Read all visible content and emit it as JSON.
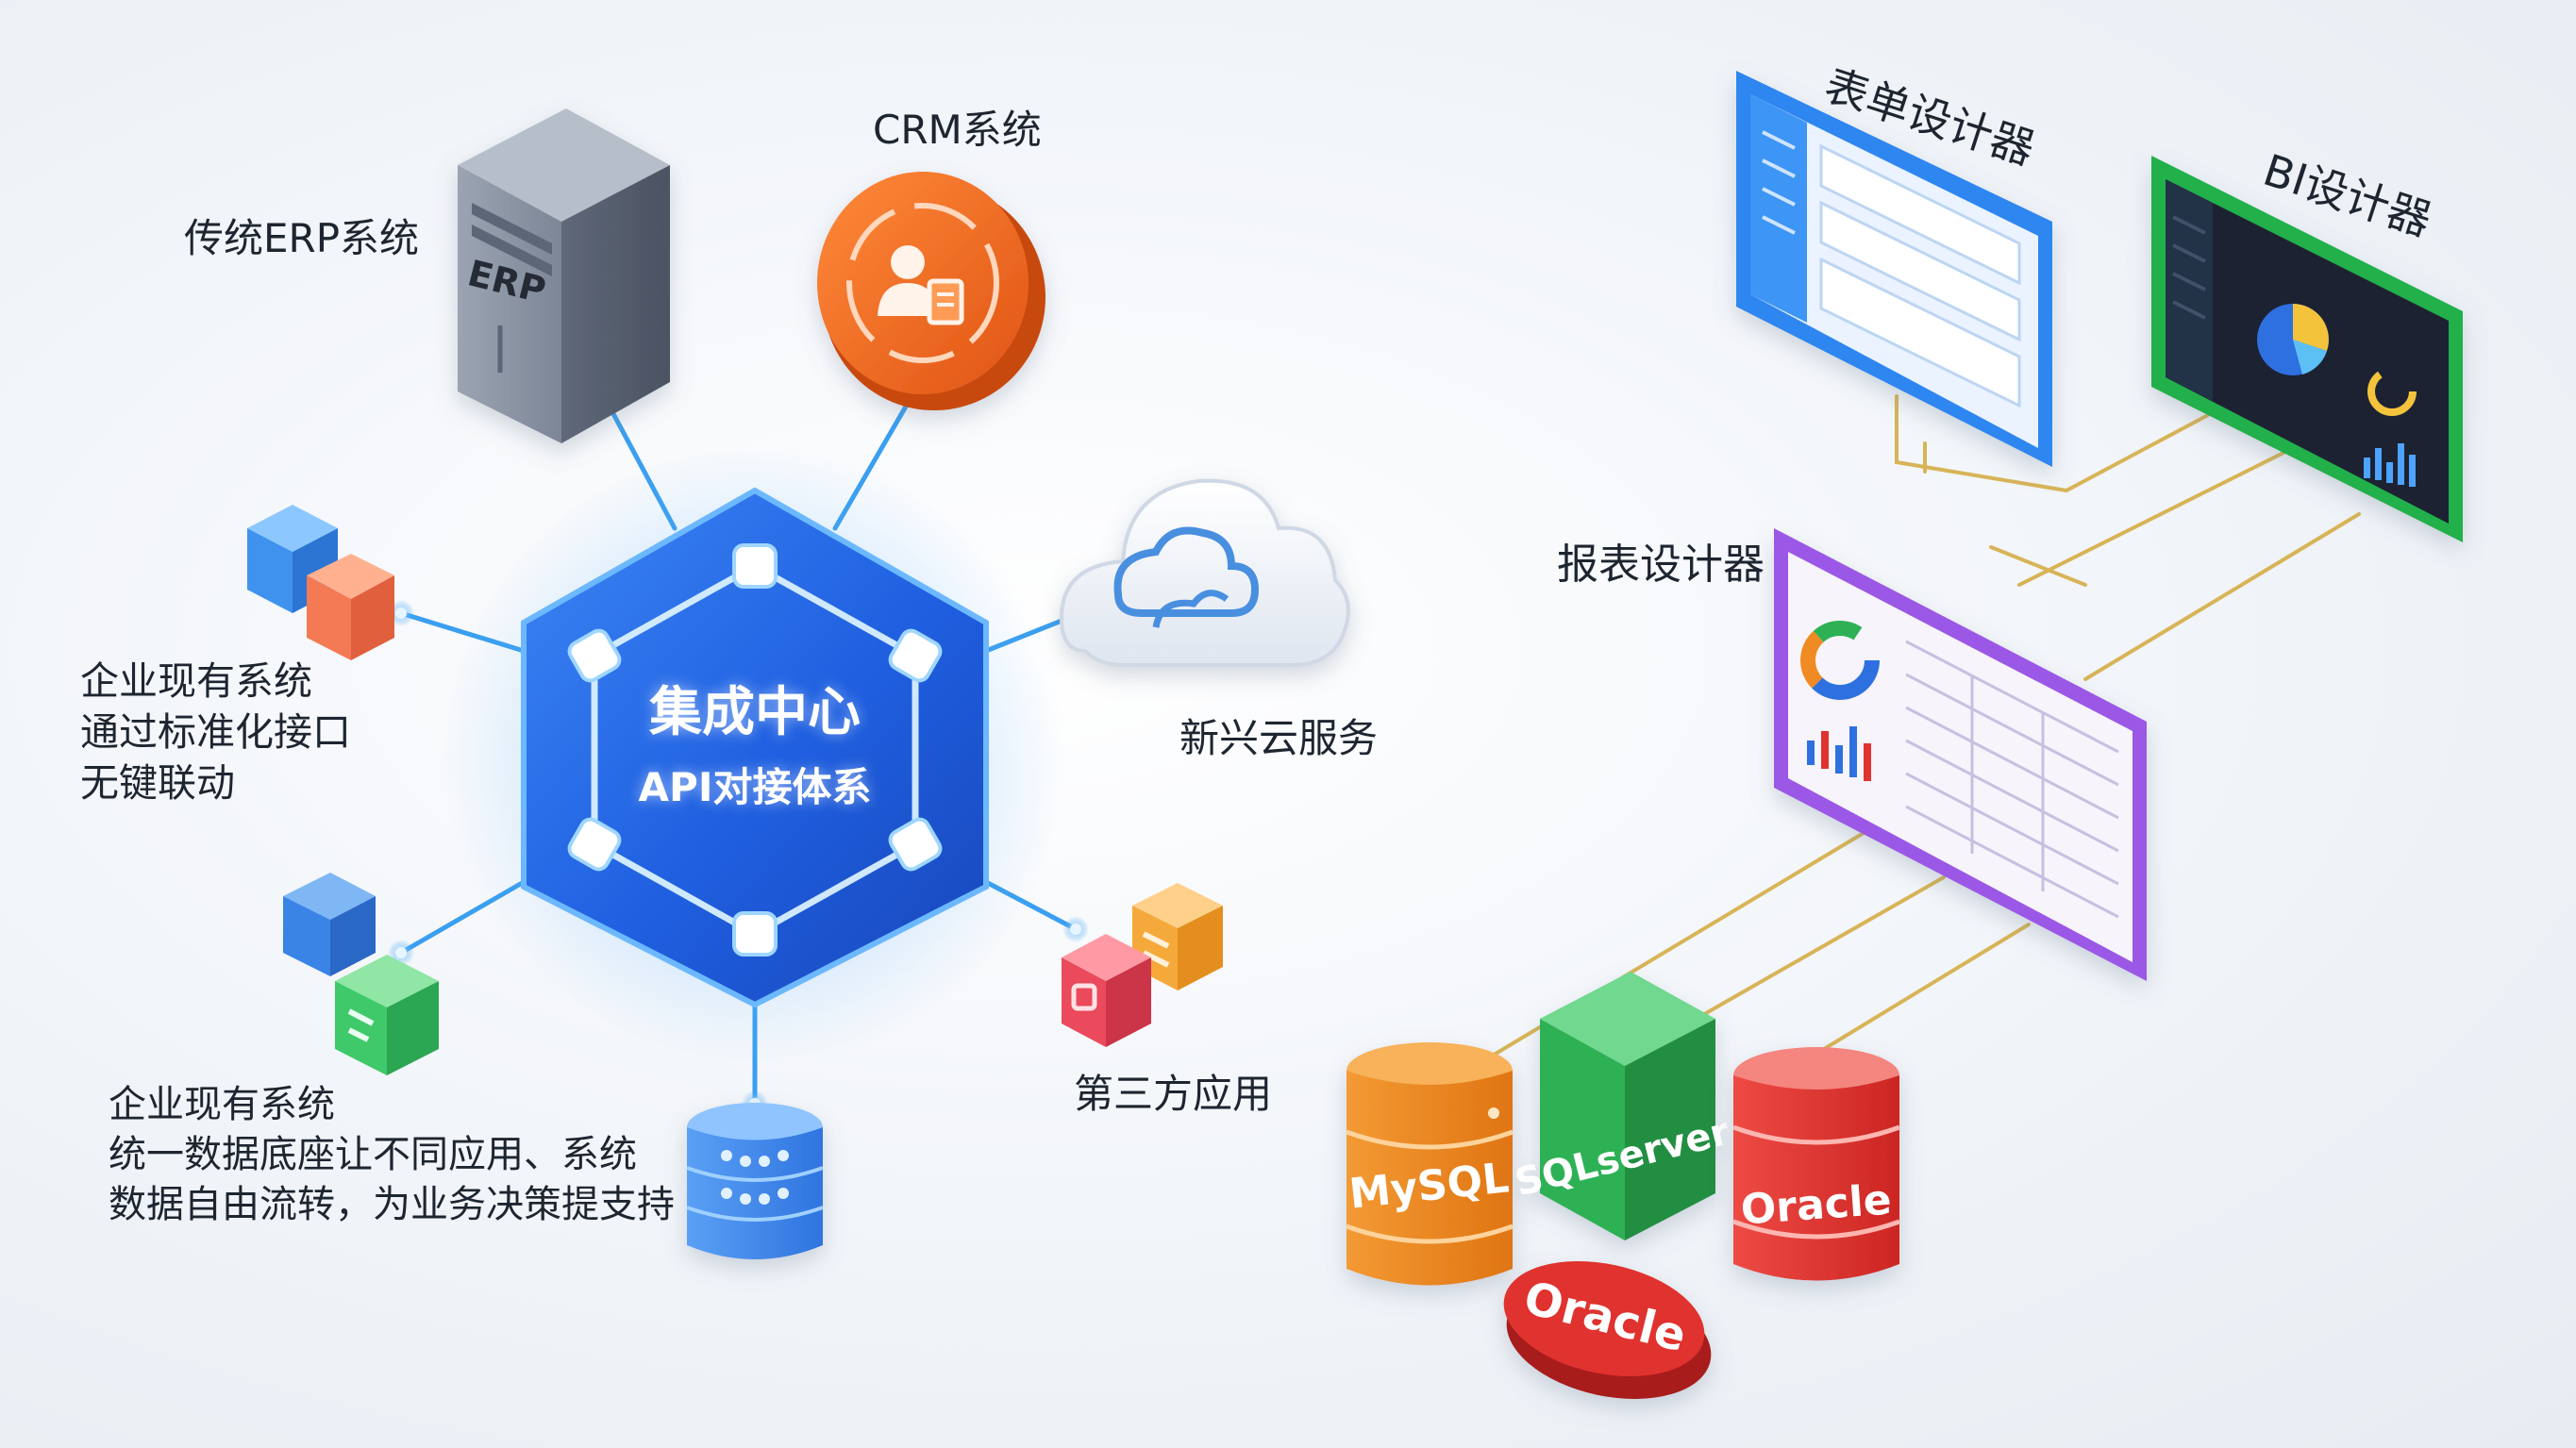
{
  "hub": {
    "title": "集成中心",
    "subtitle": "API对接体系"
  },
  "nodes": {
    "erp": {
      "label": "传统ERP系统",
      "badge": "ERP"
    },
    "crm": {
      "label": "CRM系统"
    },
    "cloud": {
      "label": "新兴云服务"
    },
    "existing_interface": {
      "lines": [
        "企业现有系统",
        "通过标准化接口",
        "无键联动"
      ]
    },
    "existing_platform": {
      "lines": [
        "企业现有系统",
        "统一数据底座让不同应用、系统",
        "数据自由流转，为业务决策提支持"
      ]
    },
    "third_party": {
      "label": "第三方应用"
    }
  },
  "designers": {
    "form": {
      "label": "表单设计器"
    },
    "bi": {
      "label": "BI设计器"
    },
    "report": {
      "label": "报表设计器"
    }
  },
  "databases": {
    "mysql": {
      "label": "MySQL"
    },
    "sqlserver": {
      "label": "SQLserver"
    },
    "oracle_cylinder": {
      "label": "Oracle"
    },
    "oracle_disc": {
      "label": "Oracle"
    }
  },
  "colors": {
    "hub_blue": "#1f5fe0",
    "connector_blue": "#3a9ff0",
    "crm_orange": "#f26a1b",
    "form_blue": "#2f86f0",
    "bi_green": "#22b04c",
    "report_purple": "#9b59e6",
    "mysql_orange": "#f08a24",
    "sqlserver_green": "#2fb155",
    "oracle_red": "#e0322f",
    "gold_line": "#d7b457"
  }
}
